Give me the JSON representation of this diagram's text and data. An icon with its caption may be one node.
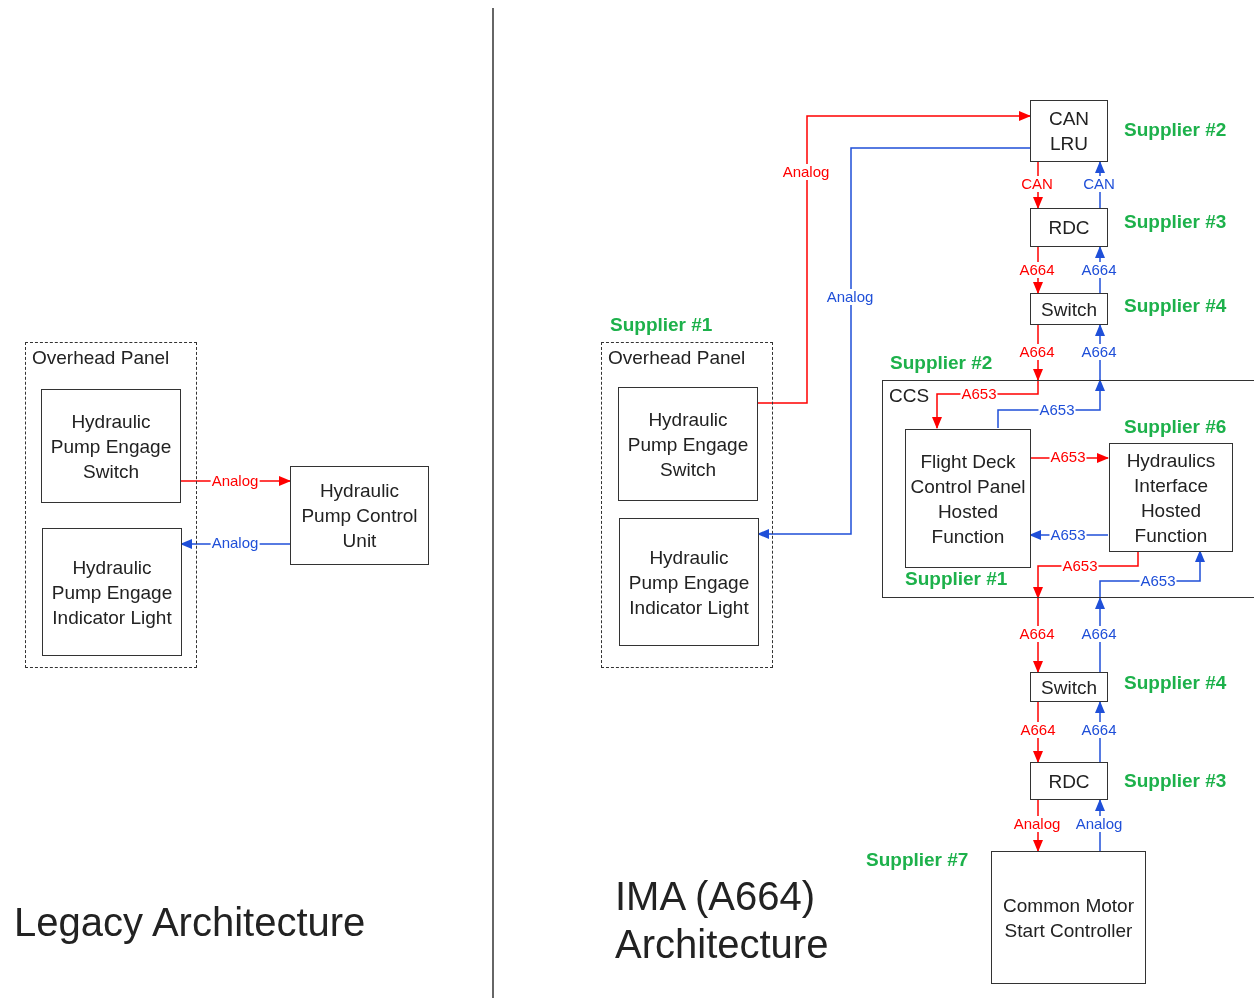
{
  "diagram": {
    "nodes": [
      {
        "text": [
          "Overhead Panel"
        ]
      },
      {
        "text": [
          "Hydraulic Pump Engage Switch"
        ],
        "in": 0
      },
      {
        "text": [
          "Hydraulic Pump Engage Indicator Light"
        ],
        "in": 0
      },
      {
        "text": [
          "Hydraulic Pump Control Unit"
        ]
      },
      {
        "text": [
          "Overhead Panel"
        ],
        "beside": [
          "Supplier #1"
        ]
      },
      {
        "text": [
          "Hydraulic Pump Engage Switch"
        ],
        "in": 4
      },
      {
        "text": [
          "Hydraulic Pump Engage Indicator Light"
        ],
        "in": 4
      },
      {
        "text": [
          "CAN LRU"
        ],
        "beside": [
          "Supplier #2"
        ]
      },
      {
        "text": [
          "RDC"
        ],
        "beside": [
          "Supplier #3"
        ]
      },
      {
        "text": [
          "Switch"
        ],
        "beside": [
          "Supplier #4"
        ]
      },
      {
        "text": [
          "CCS"
        ],
        "beside": [
          "Supplier #2"
        ]
      },
      {
        "text": [
          "Flight Deck Control Panel Hosted Function"
        ],
        "in": 10,
        "beside": [
          "Supplier #1"
        ]
      },
      {
        "text": [
          "Hydraulics Interface Hosted Function"
        ],
        "in": 10,
        "beside": [
          "Supplier #6"
        ]
      },
      {
        "text": [
          "Switch"
        ],
        "beside": [
          "Supplier #4"
        ]
      },
      {
        "text": [
          "RDC"
        ],
        "beside": [
          "Supplier #3"
        ]
      },
      {
        "text": [
          "Common Motor Start Controller"
        ],
        "beside": [
          "Supplier #7"
        ]
      }
    ],
    "edges": [
      {
        "from": 1,
        "to": 3,
        "arrow": "to",
        "label": "Analog",
        "color": "#ff0000"
      },
      {
        "from": 3,
        "to": 2,
        "arrow": "to",
        "label": "Analog",
        "color": "#1f4fd8"
      },
      {
        "from": 5,
        "to": 7,
        "arrow": "to",
        "label": "Analog",
        "color": "#ff0000"
      },
      {
        "from": 7,
        "to": 6,
        "arrow": "to",
        "label": "Analog",
        "color": "#1f4fd8"
      },
      {
        "from": 7,
        "to": 8,
        "arrow": "to",
        "label": "CAN",
        "color": "#ff0000"
      },
      {
        "from": 8,
        "to": 7,
        "arrow": "to",
        "label": "CAN",
        "color": "#1f4fd8"
      },
      {
        "from": 8,
        "to": 9,
        "arrow": "to",
        "label": "A664",
        "color": "#ff0000"
      },
      {
        "from": 9,
        "to": 8,
        "arrow": "to",
        "label": "A664",
        "color": "#1f4fd8"
      },
      {
        "from": 9,
        "to": 10,
        "arrow": "to",
        "label": "A664",
        "color": "#ff0000"
      },
      {
        "from": 10,
        "to": 9,
        "arrow": "to",
        "label": "A664",
        "color": "#1f4fd8"
      },
      {
        "from": 10,
        "to": 11,
        "arrow": "to",
        "label": "A653",
        "color": "#ff0000"
      },
      {
        "from": 11,
        "to": 10,
        "arrow": "to",
        "label": "A653",
        "color": "#1f4fd8"
      },
      {
        "from": 11,
        "to": 12,
        "arrow": "to",
        "label": "A653",
        "color": "#ff0000"
      },
      {
        "from": 12,
        "to": 11,
        "arrow": "to",
        "label": "A653",
        "color": "#1f4fd8"
      },
      {
        "from": 12,
        "to": 10,
        "arrow": "to",
        "label": "A653",
        "color": "#ff0000"
      },
      {
        "from": 10,
        "to": 12,
        "arrow": "to",
        "label": "A653",
        "color": "#1f4fd8"
      },
      {
        "from": 10,
        "to": 13,
        "arrow": "to",
        "label": "A664",
        "color": "#ff0000"
      },
      {
        "from": 13,
        "to": 10,
        "arrow": "to",
        "label": "A664",
        "color": "#1f4fd8"
      },
      {
        "from": 13,
        "to": 14,
        "arrow": "to",
        "label": "A664",
        "color": "#ff0000"
      },
      {
        "from": 14,
        "to": 13,
        "arrow": "to",
        "label": "A664",
        "color": "#1f4fd8"
      },
      {
        "from": 14,
        "to": 15,
        "arrow": "to",
        "label": "Analog",
        "color": "#ff0000"
      },
      {
        "from": 15,
        "to": 14,
        "arrow": "to",
        "label": "Analog",
        "color": "#1f4fd8"
      }
    ],
    "labels": [
      "Legacy Architecture",
      "IMA (A664) Architecture"
    ]
  }
}
